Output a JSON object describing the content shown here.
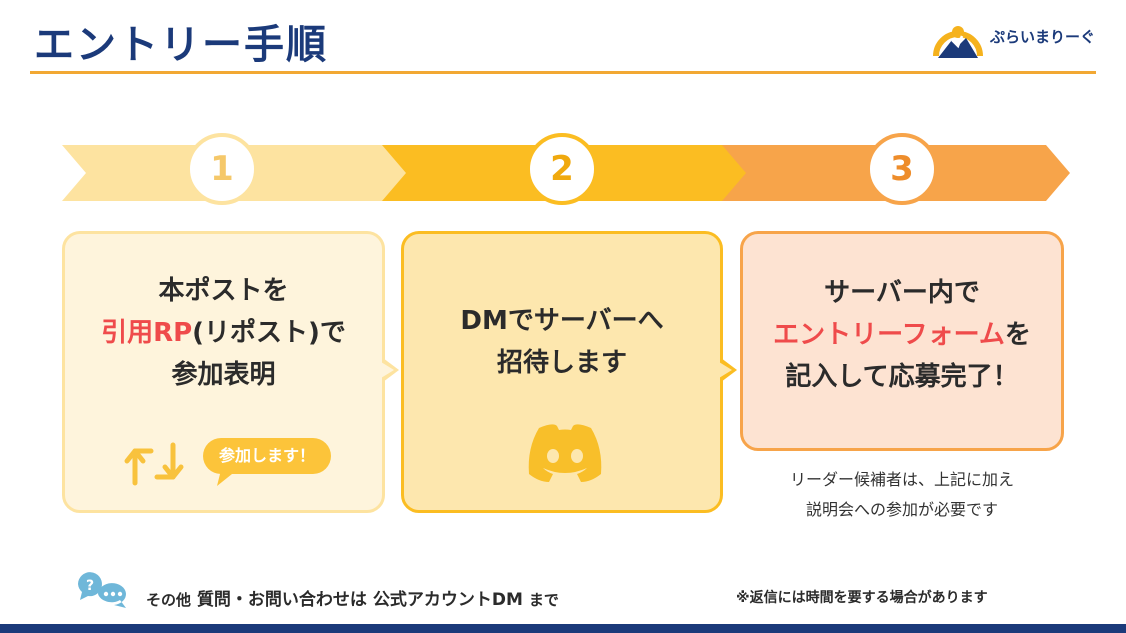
{
  "header": {
    "title": "エントリー手順",
    "logo_text": "ぷらいまりーぐ"
  },
  "colors": {
    "navy": "#1b3a7a",
    "accent_orange": "#f2a833",
    "step1": "#fde3a0",
    "step2": "#fbbd22",
    "step3": "#f7a44a",
    "highlight_red": "#ef4b4b"
  },
  "steps": [
    {
      "number": "1",
      "lines": [
        "本ポストを",
        "(リポスト)で",
        "参加表明"
      ],
      "highlight": "引用RP",
      "bubble": "参加します！",
      "icon": "repost-icon"
    },
    {
      "number": "2",
      "lines": [
        "DMでサーバーへ",
        "招待します"
      ],
      "icon": "discord-icon"
    },
    {
      "number": "3",
      "lines": [
        "サーバー内で",
        "を",
        "記入して応募完了！"
      ],
      "highlight": "エントリーフォーム"
    }
  ],
  "note": {
    "line1": "リーダー候補者は、上記に加え",
    "line2": "説明会への参加が必要です"
  },
  "footer": {
    "prefix": "その他",
    "main": "質問・お問い合わせは",
    "account": "公式アカウントDM",
    "suffix": "まで",
    "note": "※返信には時間を要する場合があります",
    "icon": "chat-bubbles-icon"
  }
}
